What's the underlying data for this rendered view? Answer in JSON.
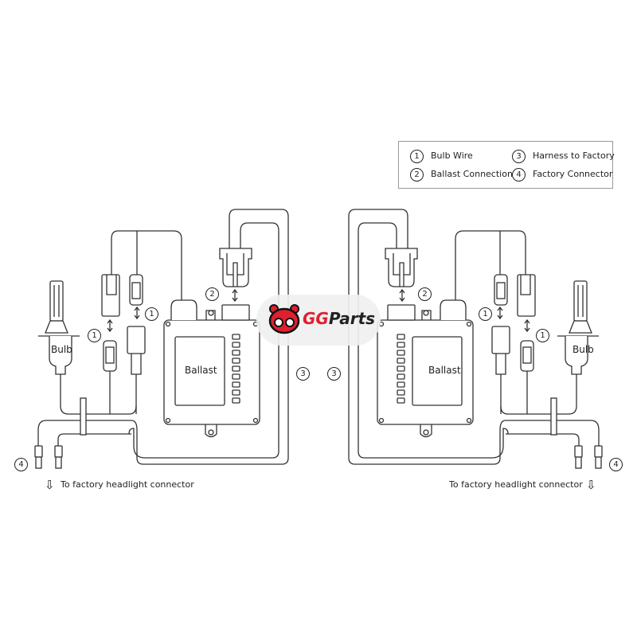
{
  "legend": {
    "items": [
      {
        "num": "1",
        "label": "Bulb Wire"
      },
      {
        "num": "2",
        "label": "Ballast Connection"
      },
      {
        "num": "3",
        "label": "Harness to Factory"
      },
      {
        "num": "4",
        "label": "Factory Connector"
      }
    ]
  },
  "left": {
    "bulb_label": "Bulb",
    "ballast_label": "Ballast",
    "callouts": [
      "1",
      "1",
      "2",
      "3",
      "4"
    ],
    "factory_arrow": "⇩",
    "factory_label": "To factory headlight connector"
  },
  "right": {
    "bulb_label": "Bulb",
    "ballast_label": "Ballast",
    "callouts": [
      "1",
      "1",
      "2",
      "3",
      "4"
    ],
    "factory_arrow": "⇩",
    "factory_label": "To factory headlight connector"
  },
  "logo": {
    "text_gg": "GG",
    "text_parts": "Parts",
    "brand_color": "#e0202e"
  }
}
